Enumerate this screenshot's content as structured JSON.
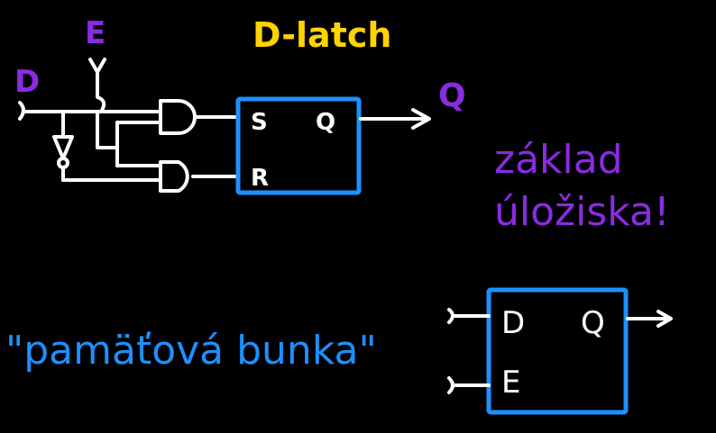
{
  "title": "D-latch",
  "inputs": {
    "data": "D",
    "enable": "E"
  },
  "latch_box": {
    "set_pin": "S",
    "reset_pin": "R",
    "output_pin": "Q"
  },
  "output_label": "Q",
  "note": {
    "line1": "základ",
    "line2": "úložiska!"
  },
  "cell_caption": "\"pamäťová bunka\"",
  "cell_box": {
    "data_pin": "D",
    "enable_pin": "E",
    "output_pin": "Q"
  },
  "colors": {
    "background": "#000000",
    "title": "#ffd400",
    "labels": "#8a2be2",
    "box_stroke": "#1e90ff",
    "wires": "#ffffff"
  }
}
